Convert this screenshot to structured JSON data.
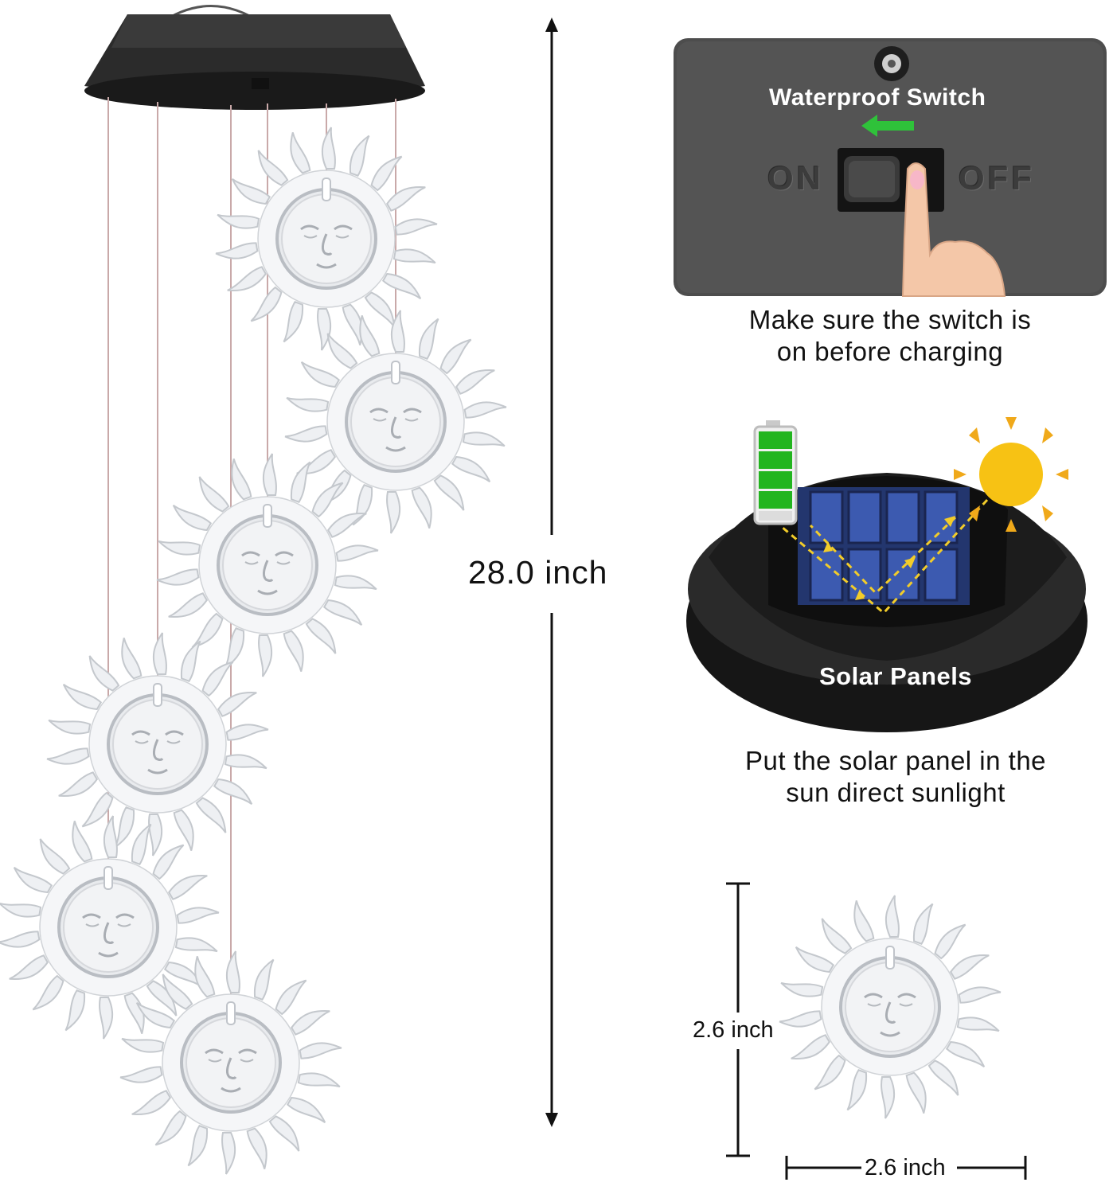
{
  "chime": {
    "height_label": "28.0 inch"
  },
  "switch_panel": {
    "title": "Waterproof Switch",
    "on_label": "ON",
    "off_label": "OFF",
    "caption_line1": "Make sure the switch is",
    "caption_line2": "on before charging"
  },
  "solar_panel": {
    "label": "Solar Panels",
    "caption_line1": "Put the solar panel in the",
    "caption_line2": "sun direct sunlight",
    "battery_color": "#22b51f",
    "sun_color": "#f7c214",
    "ray_color": "#f2cc2a"
  },
  "single_ornament": {
    "height_label": "2.6 inch",
    "width_label": "2.6 inch"
  },
  "icons": [
    "sun-ornament-icon",
    "battery-icon",
    "sun-icon",
    "finger-icon",
    "arrow-left-icon"
  ]
}
